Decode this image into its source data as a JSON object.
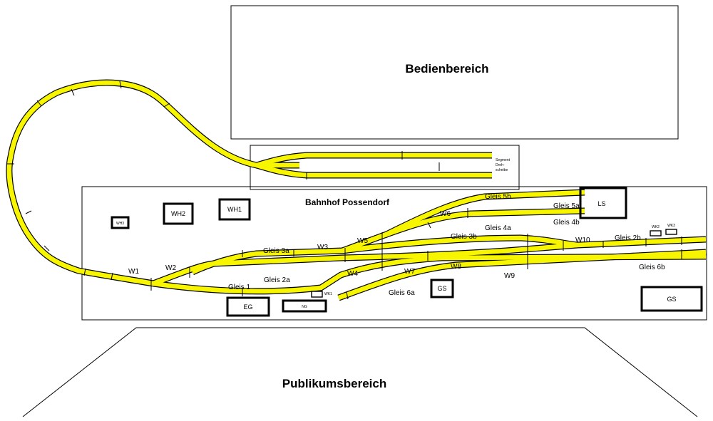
{
  "areas": {
    "operator": "Bedienbereich",
    "station": "Bahnhof Possendorf",
    "public": "Publikumsbereich",
    "segment_note_1": "Segment",
    "segment_note_2": "Dreh-",
    "segment_note_3": "scheibe"
  },
  "tracks": {
    "gleis_1": "Gleis 1",
    "gleis_2a": "Gleis 2a",
    "gleis_2b": "Gleis 2b",
    "gleis_3a": "Gleis 3a",
    "gleis_3b": "Gleis 3b",
    "gleis_4a": "Gleis 4a",
    "gleis_4b": "Gleis 4b",
    "gleis_5a": "Gleis 5a",
    "gleis_5b": "Gleis 5b",
    "gleis_6a": "Gleis 6a",
    "gleis_6b": "Gleis 6b"
  },
  "switches": {
    "w1": "W1",
    "w2": "W2",
    "w3": "W3",
    "w4": "W4",
    "w5": "W5",
    "w6": "W6",
    "w7": "W7",
    "w8": "W8",
    "w9": "W9",
    "w10": "W10"
  },
  "buildings": {
    "wh1": "WH1",
    "wh2": "WH2",
    "wh3": "WH3",
    "eg": "EG",
    "ng": "NG",
    "wk1": "WK1",
    "wk2": "WK2",
    "wk3": "WK3",
    "ls": "LS",
    "gs_small": "GS",
    "gs_large": "GS"
  },
  "colors": {
    "track_fill": "#f7f500",
    "track_outline": "#000000"
  }
}
